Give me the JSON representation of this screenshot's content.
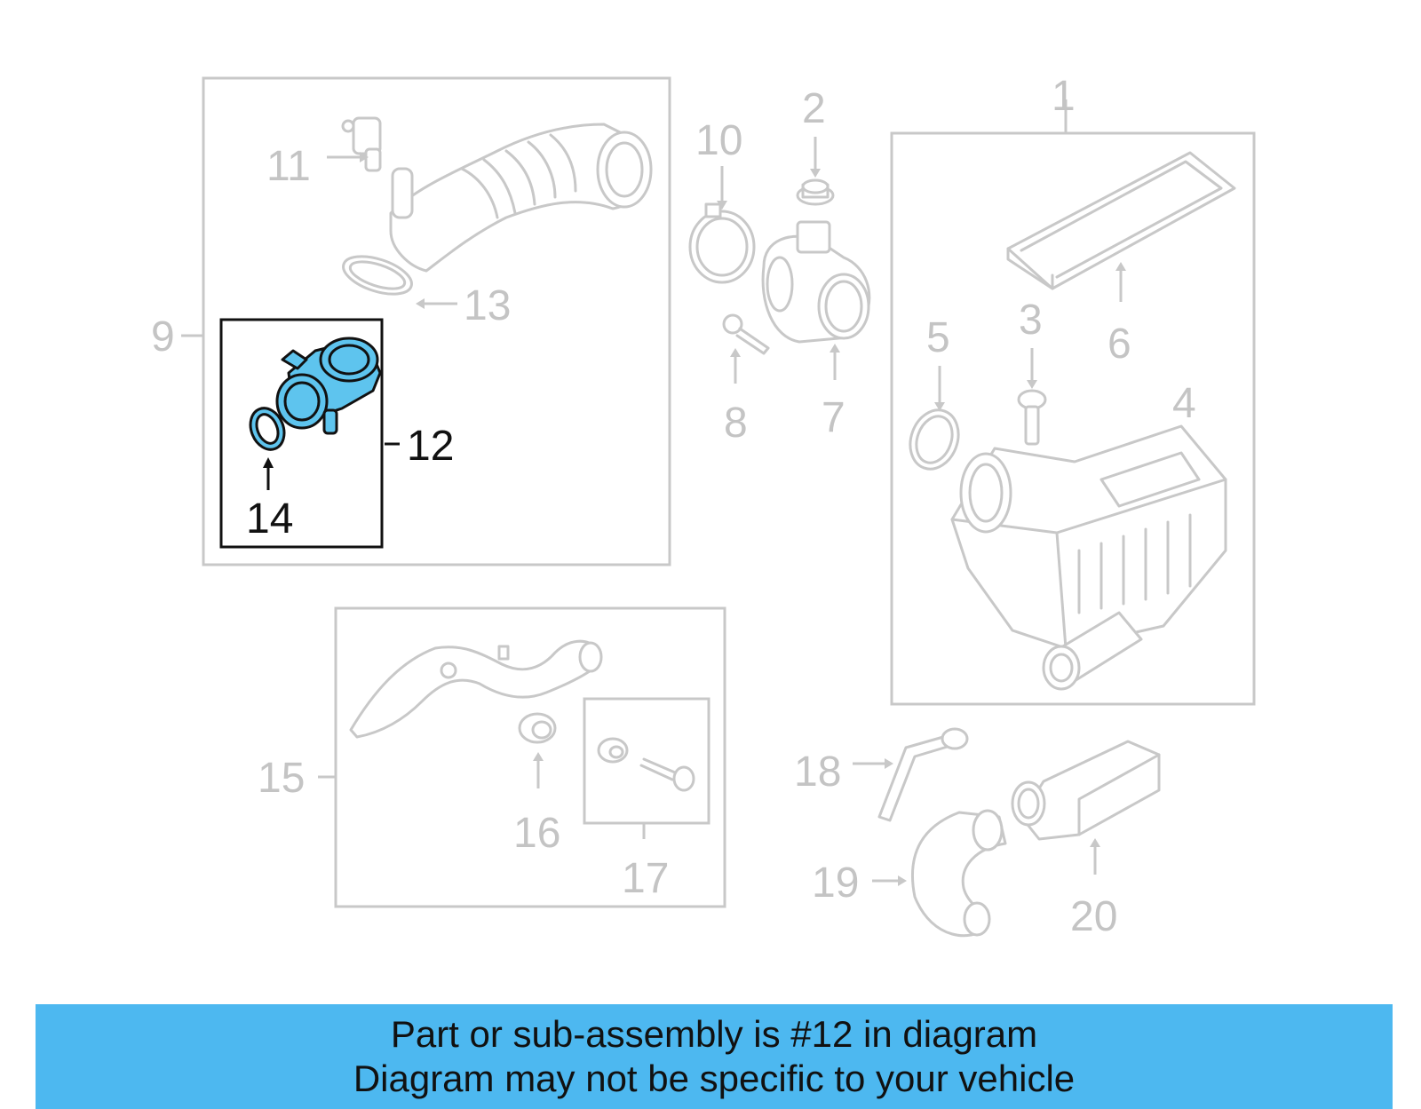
{
  "callouts": {
    "c1": "1",
    "c2": "2",
    "c3": "3",
    "c4": "4",
    "c5": "5",
    "c6": "6",
    "c7": "7",
    "c8": "8",
    "c9": "9",
    "c10": "10",
    "c11": "11",
    "c12": "12",
    "c13": "13",
    "c14": "14",
    "c15": "15",
    "c16": "16",
    "c17": "17",
    "c18": "18",
    "c19": "19",
    "c20": "20"
  },
  "highlight": {
    "part": "12",
    "color": "#5ec4ee"
  },
  "banner": {
    "line1": "Part or sub-assembly is #12 in diagram",
    "line2": "Diagram may not be specific to your vehicle",
    "background": "#4db8f0"
  }
}
